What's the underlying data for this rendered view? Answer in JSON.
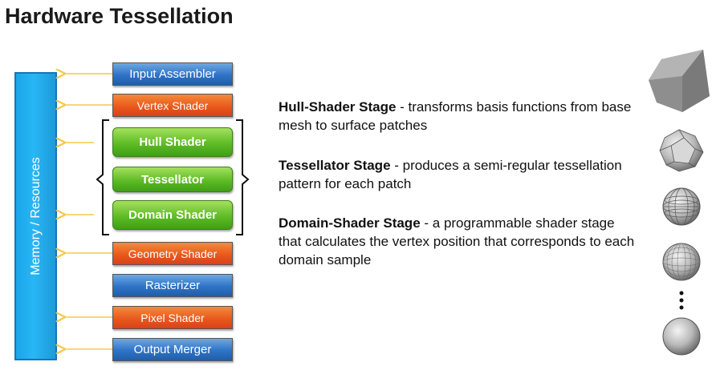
{
  "title": "Hardware Tessellation",
  "memory_label": "Memory / Resources",
  "stages": [
    "Input Assembler",
    "Vertex Shader",
    "Hull Shader",
    "Tessellator",
    "Domain Shader",
    "Geometry Shader",
    "Rasterizer",
    "Pixel Shader",
    "Output Merger"
  ],
  "descriptions": [
    {
      "heading": "Hull-Shader Stage",
      "text": " - transforms basis functions from base mesh to surface patches"
    },
    {
      "heading": "Tessellator Stage",
      "text": " - produces a semi-regular tessellation pattern for each patch"
    },
    {
      "heading": "Domain-Shader Stage",
      "text": " - a programmable shader stage that calculates the vertex position that corresponds to each domain sample"
    }
  ],
  "colors": {
    "memory": "#29b6f6",
    "blue_stage": "#2f73c7",
    "orange_stage": "#e8561b",
    "green_stage": "#5ebc26",
    "arrow": "#f2c94c"
  }
}
